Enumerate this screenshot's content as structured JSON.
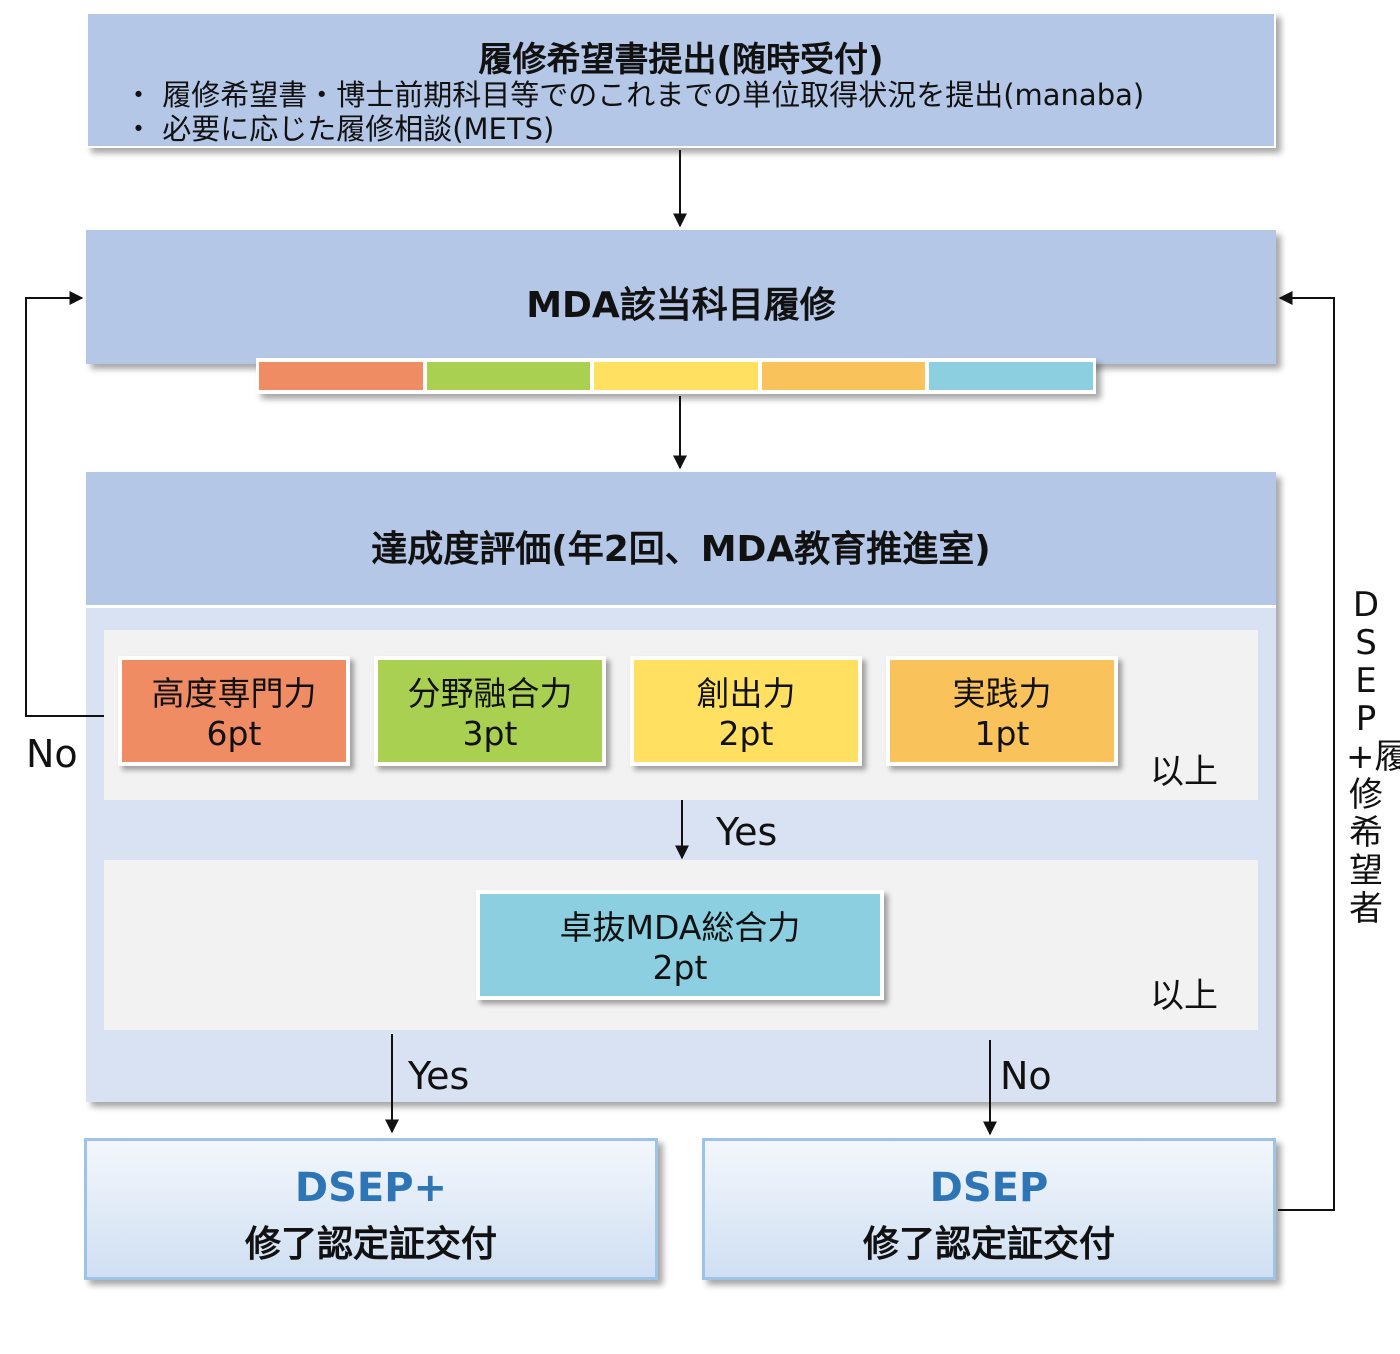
{
  "top": {
    "title": "履修希望書提出(随時受付)",
    "bullet1": "・ 履修希望書・博士前期科目等でのこれまでの単位取得状況を提出(manaba)",
    "bullet2": "・ 必要に応じた履修相談(METS)"
  },
  "mda": {
    "title": "MDA該当科目履修",
    "strip_colors": [
      "#f08c64",
      "#a9d050",
      "#ffe060",
      "#f9c25a",
      "#8ccfe0"
    ]
  },
  "evaluation": {
    "title": "達成度評価(年2回、MDA教育推進室)",
    "categories": [
      {
        "name": "高度専門力",
        "points": "6pt",
        "color": "#f08c64"
      },
      {
        "name": "分野融合力",
        "points": "3pt",
        "color": "#a9d050"
      },
      {
        "name": "創出力",
        "points": "2pt",
        "color": "#ffe060"
      },
      {
        "name": "実践力",
        "points": "1pt",
        "color": "#f9c25a"
      }
    ],
    "ijou1": "以上",
    "overall": {
      "name": "卓抜MDA総合力",
      "points": "2pt",
      "color": "#8ccfe0"
    },
    "ijou2": "以上"
  },
  "labels": {
    "no_left": "No",
    "yes_mid": "Yes",
    "yes_bottom": "Yes",
    "no_bottom": "No",
    "side": "DSEP+履修希望者"
  },
  "results": {
    "plus": {
      "title": "DSEP+",
      "subtitle": "修了認定証交付"
    },
    "base": {
      "title": "DSEP",
      "subtitle": "修了認定証交付"
    }
  }
}
